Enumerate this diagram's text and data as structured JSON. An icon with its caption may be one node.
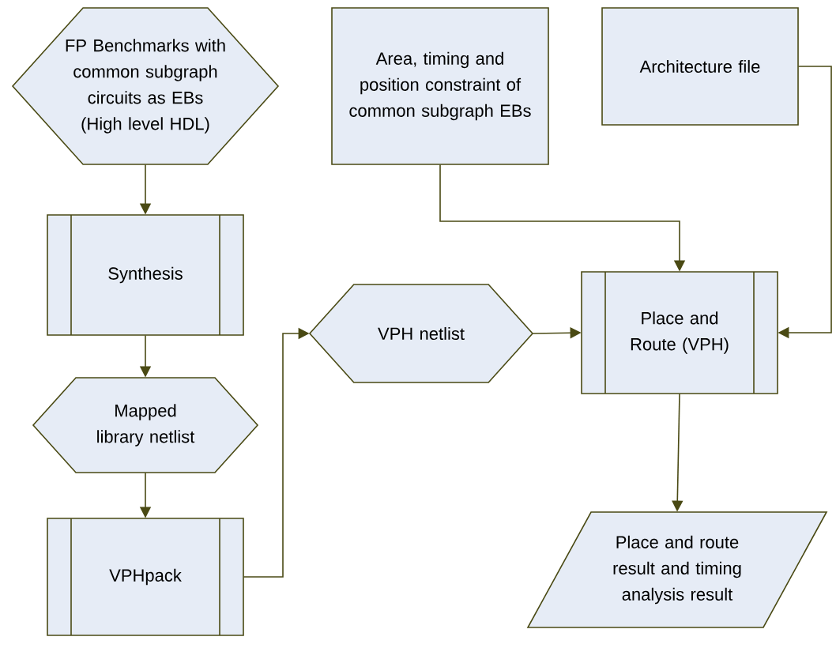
{
  "diagram": {
    "nodes": [
      {
        "text": [
          "FP Benchmarks with common subgraph circuits as EBs (High level HDL)"
        ]
      },
      {
        "text": [
          "Area, timing and position constraint of common subgraph EBs"
        ]
      },
      {
        "text": [
          "Architecture file"
        ]
      },
      {
        "text": [
          "Synthesis"
        ]
      },
      {
        "text": [
          "Place and Route (VPH)"
        ]
      },
      {
        "text": [
          "VPH netlist"
        ]
      },
      {
        "text": [
          "Mapped library netlist"
        ]
      },
      {
        "text": [
          "VPHpack"
        ]
      },
      {
        "text": [
          "Place and route result and timing analysis result"
        ]
      }
    ],
    "edges": [
      {
        "from": 0,
        "to": 3,
        "arrow": "to"
      },
      {
        "from": 1,
        "to": 4,
        "arrow": "to"
      },
      {
        "from": 2,
        "to": 4,
        "arrow": "to"
      },
      {
        "from": 3,
        "to": 6,
        "arrow": "to"
      },
      {
        "from": 6,
        "to": 7,
        "arrow": "to"
      },
      {
        "from": 7,
        "to": 5,
        "arrow": "to"
      },
      {
        "from": 5,
        "to": 4,
        "arrow": "to"
      },
      {
        "from": 4,
        "to": 8,
        "arrow": "to"
      }
    ]
  }
}
